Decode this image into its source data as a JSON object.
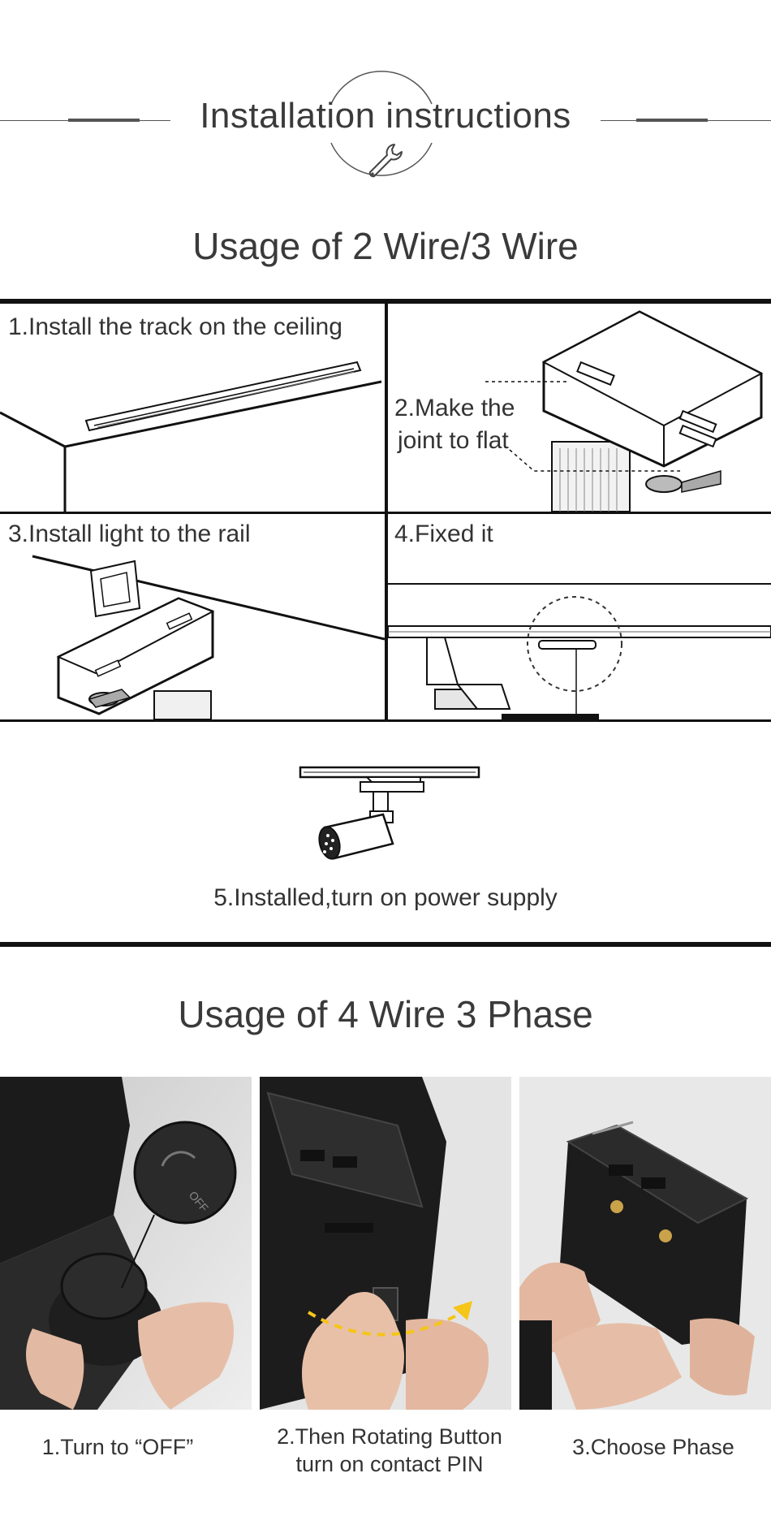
{
  "header": {
    "title": "Installation instructions",
    "icon": "wrench-icon"
  },
  "section1": {
    "title": "Usage of 2 Wire/3 Wire",
    "steps": [
      {
        "label": "1.Install the track on the ceiling"
      },
      {
        "label_line1": "2.Make the",
        "label_line2": "joint to flat"
      },
      {
        "label": "3.Install light to the rail"
      },
      {
        "label": "4.Fixed it"
      },
      {
        "label": "5.Installed,turn on power supply"
      }
    ]
  },
  "section2": {
    "title": "Usage of 4 Wire 3 Phase",
    "photos": [
      {
        "caption": "1.Turn to “OFF”",
        "knob_text": "OFF"
      },
      {
        "caption_line1": "2.Then Rotating Button",
        "caption_line2": "turn on contact PIN"
      },
      {
        "caption": "3.Choose Phase"
      }
    ]
  },
  "colors": {
    "text": "#3a3a3a",
    "line": "#111111",
    "arrow": "#f5c518",
    "device": "#1e1e1e"
  }
}
